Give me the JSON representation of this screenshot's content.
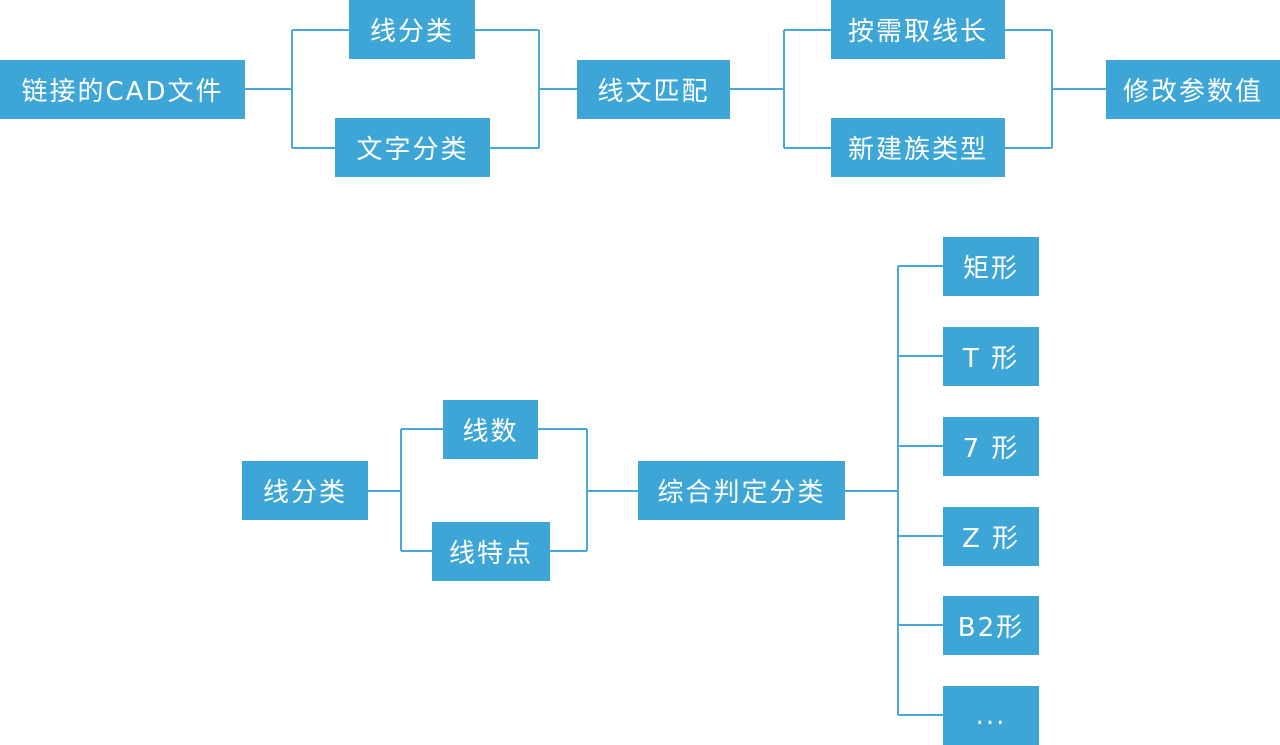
{
  "colors": {
    "node_fill": "#3da6d6",
    "node_text": "#ffffff",
    "connector": "#4aa8d8",
    "background": "#ffffff"
  },
  "top_flow": {
    "source": "链接的CAD文件",
    "classify_lines": "线分类",
    "classify_text": "文字分类",
    "match": "线文匹配",
    "take_length": "按需取线长",
    "new_family_type": "新建族类型",
    "modify_params": "修改参数值"
  },
  "bottom_flow": {
    "line_classify": "线分类",
    "line_count": "线数",
    "line_features": "线特点",
    "combined_judgement": "综合判定分类",
    "shapes": [
      {
        "label": "矩形"
      },
      {
        "label": "T 形"
      },
      {
        "label": "7 形"
      },
      {
        "label": "Z 形"
      },
      {
        "label": "B2形"
      },
      {
        "label": "..."
      }
    ]
  }
}
